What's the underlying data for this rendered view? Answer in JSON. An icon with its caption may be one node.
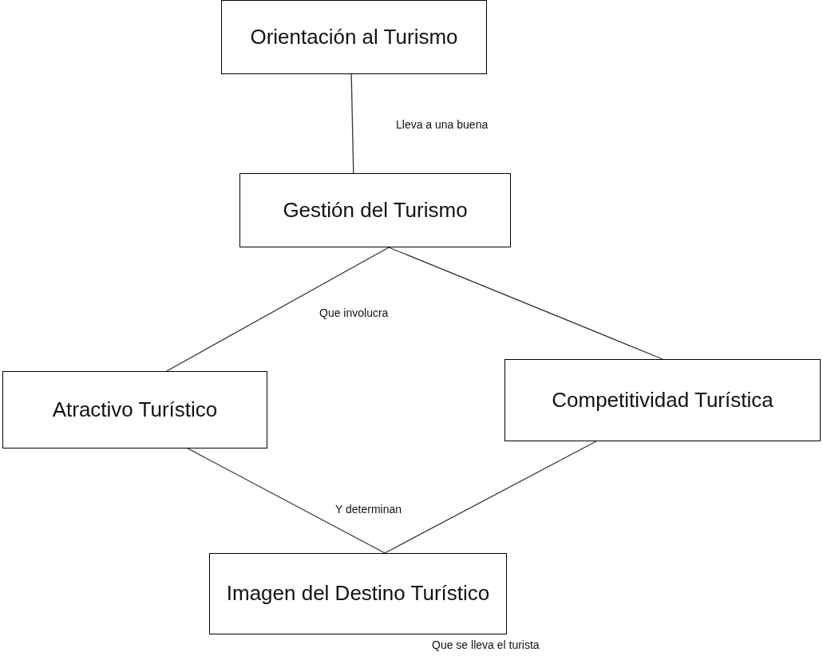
{
  "diagram": {
    "nodes": [
      {
        "text": [
          "Orientación al Turismo"
        ]
      },
      {
        "text": [
          "Gestión del Turismo"
        ]
      },
      {
        "text": [
          "Atractivo Turístico"
        ]
      },
      {
        "text": [
          "Competitividad Turística"
        ]
      },
      {
        "text": [
          "Imagen del Destino Turístico"
        ],
        "beside": [
          "Que se lleva el turista"
        ]
      }
    ],
    "edges": [
      {
        "from": 0,
        "to": 1,
        "arrow": "none",
        "label": "Lleva a una buena"
      },
      {
        "from": 1,
        "to": 2,
        "arrow": "none",
        "label": "Que involucra"
      },
      {
        "from": 1,
        "to": 3,
        "arrow": "none"
      },
      {
        "from": 2,
        "to": 4,
        "arrow": "none",
        "label": "Y determinan"
      },
      {
        "from": 3,
        "to": 4,
        "arrow": "none"
      }
    ]
  }
}
